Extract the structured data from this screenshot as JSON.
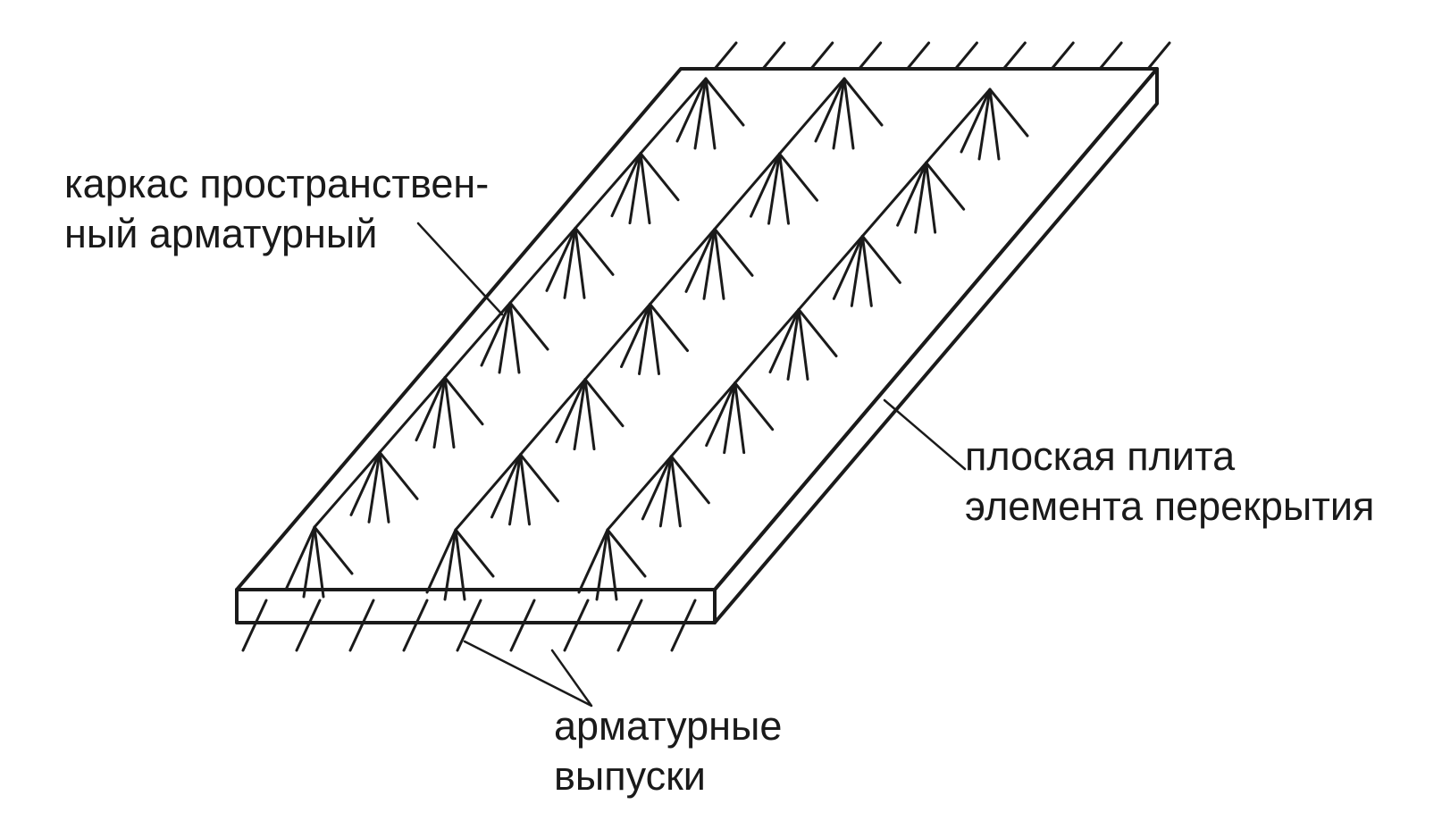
{
  "labels": {
    "frame": {
      "line1": "каркас пространствен-",
      "line2": "ный арматурный"
    },
    "slab": {
      "line1": "плоская плита",
      "line2": "элемента перекрытия"
    },
    "bars": {
      "line1": "арматурные",
      "line2": "выпуски"
    }
  },
  "colors": {
    "ink": "#1a1a1a",
    "background": "#ffffff"
  },
  "diagram": {
    "frame_rows": 3,
    "fans_per_row": 7,
    "top_rebar_outlets": 10,
    "bottom_rebar_outlets": 9
  }
}
